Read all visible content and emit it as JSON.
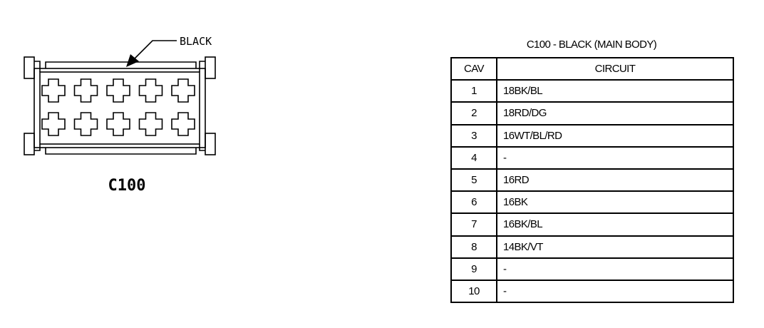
{
  "connector": {
    "name": "C100",
    "callout": "BLACK",
    "cavity_count": 10
  },
  "table": {
    "title": "C100 - BLACK (MAIN BODY)",
    "headers": {
      "cav": "CAV",
      "circuit": "CIRCUIT"
    },
    "rows": [
      {
        "cav": "1",
        "circuit": "18BK/BL"
      },
      {
        "cav": "2",
        "circuit": "18RD/DG"
      },
      {
        "cav": "3",
        "circuit": "16WT/BL/RD"
      },
      {
        "cav": "4",
        "circuit": "-"
      },
      {
        "cav": "5",
        "circuit": "16RD"
      },
      {
        "cav": "6",
        "circuit": "16BK"
      },
      {
        "cav": "7",
        "circuit": "16BK/BL"
      },
      {
        "cav": "8",
        "circuit": "14BK/VT"
      },
      {
        "cav": "9",
        "circuit": "-"
      },
      {
        "cav": "10",
        "circuit": "-"
      }
    ]
  }
}
